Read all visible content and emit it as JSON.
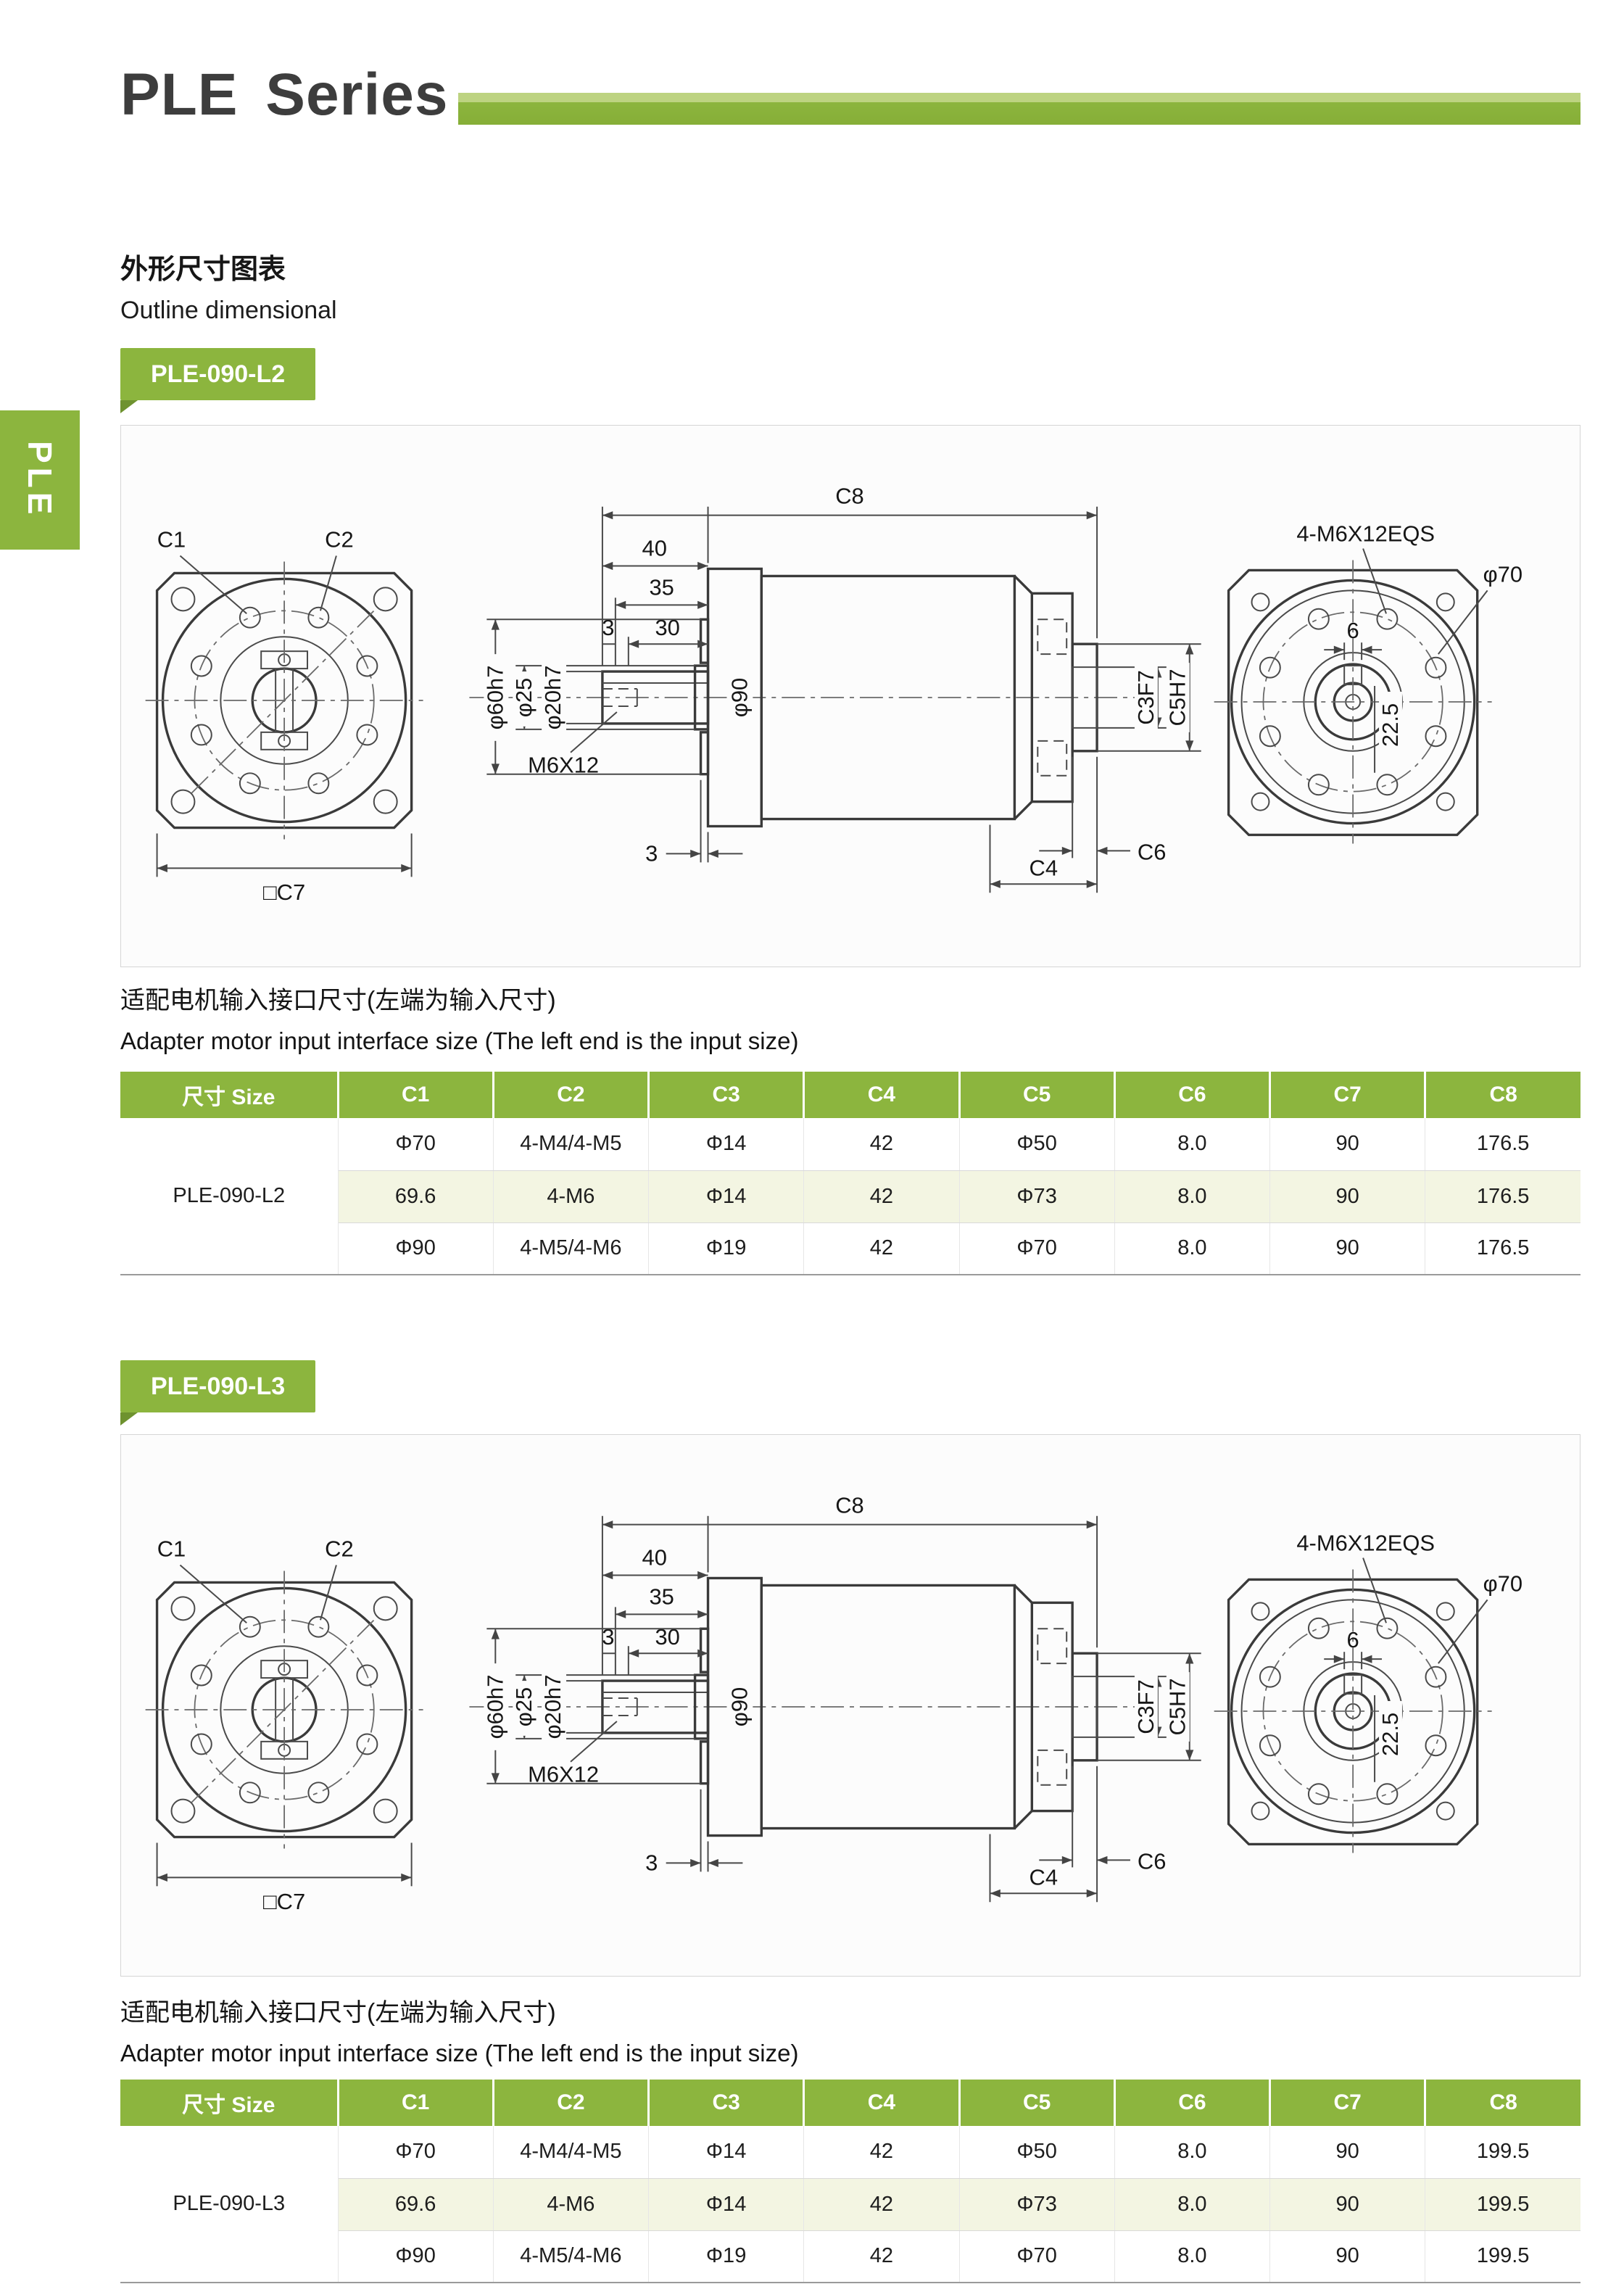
{
  "page": {
    "title": "PLE Series",
    "side_tab": "PLE",
    "heading_zh": "外形尺寸图表",
    "heading_en": "Outline dimensional"
  },
  "note": {
    "zh": "适配电机输入接口尺寸(左端为输入尺寸)",
    "en": "Adapter motor input interface size (The left end is the input size)"
  },
  "colors": {
    "accent_green": "#8CB53E",
    "accent_green_dark": "#6E922F",
    "row_alt": "#F3F5E2"
  },
  "drawing_labels": {
    "c1": "C1",
    "c2": "C2",
    "c7": "□C7",
    "c8": "C8",
    "d40": "40",
    "d35": "35",
    "d30": "30",
    "d3_top": "3",
    "d60": "φ60h7",
    "d25": "φ25",
    "d20": "φ20h7",
    "m6x12": "M6X12",
    "d90": "φ90",
    "c3": "C3F7",
    "c5": "C5H7",
    "c6": "C6",
    "c4": "C4",
    "d3_bottom": "3",
    "eqs": "4-M6X12EQS",
    "d70": "φ70",
    "d22_5": "22.5",
    "d6": "6"
  },
  "sections": [
    {
      "badge": "PLE-090-L2",
      "table": {
        "headers": [
          "尺寸 Size",
          "C1",
          "C2",
          "C3",
          "C4",
          "C5",
          "C6",
          "C7",
          "C8"
        ],
        "model": "PLE-090-L2",
        "rows": [
          [
            "Φ70",
            "4-M4/4-M5",
            "Φ14",
            "42",
            "Φ50",
            "8.0",
            "90",
            "176.5"
          ],
          [
            "69.6",
            "4-M6",
            "Φ14",
            "42",
            "Φ73",
            "8.0",
            "90",
            "176.5"
          ],
          [
            "Φ90",
            "4-M5/4-M6",
            "Φ19",
            "42",
            "Φ70",
            "8.0",
            "90",
            "176.5"
          ]
        ]
      }
    },
    {
      "badge": "PLE-090-L3",
      "table": {
        "headers": [
          "尺寸 Size",
          "C1",
          "C2",
          "C3",
          "C4",
          "C5",
          "C6",
          "C7",
          "C8"
        ],
        "model": "PLE-090-L3",
        "rows": [
          [
            "Φ70",
            "4-M4/4-M5",
            "Φ14",
            "42",
            "Φ50",
            "8.0",
            "90",
            "199.5"
          ],
          [
            "69.6",
            "4-M6",
            "Φ14",
            "42",
            "Φ73",
            "8.0",
            "90",
            "199.5"
          ],
          [
            "Φ90",
            "4-M5/4-M6",
            "Φ19",
            "42",
            "Φ70",
            "8.0",
            "90",
            "199.5"
          ]
        ]
      }
    }
  ]
}
